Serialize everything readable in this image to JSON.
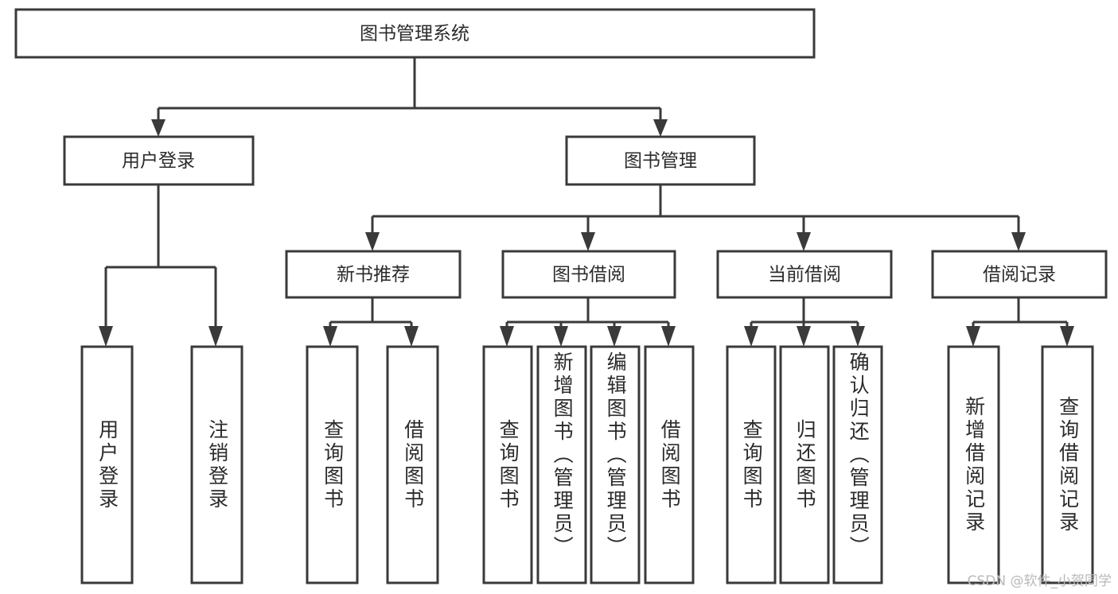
{
  "diagram": {
    "type": "tree-hierarchy-flowchart",
    "title": "图书管理系统",
    "orientation": "top-down",
    "background_color": "#ffffff",
    "box_fill": "#ffffff",
    "box_stroke": "#3a3a3a",
    "text_color": "#2b2b2b",
    "connector_style": "orthogonal-with-arrowheads"
  },
  "root": {
    "label": "图书管理系统"
  },
  "level2": [
    {
      "label": "用户登录"
    },
    {
      "label": "图书管理"
    }
  ],
  "level3": [
    {
      "label": "新书推荐"
    },
    {
      "label": "图书借阅"
    },
    {
      "label": "当前借阅"
    },
    {
      "label": "借阅记录"
    }
  ],
  "leaves": {
    "user_login": [
      {
        "label": "用户登录"
      },
      {
        "label": "注销登录"
      }
    ],
    "new_book_recommend": [
      {
        "label": "查询图书"
      },
      {
        "label": "借阅图书"
      }
    ],
    "book_borrow": [
      {
        "label": "查询图书"
      },
      {
        "label": "新增图书（管理员）"
      },
      {
        "label": "编辑图书（管理员）"
      },
      {
        "label": "借阅图书"
      }
    ],
    "current_borrow": [
      {
        "label": "查询图书"
      },
      {
        "label": "归还图书"
      },
      {
        "label": "确认归还（管理员）"
      }
    ],
    "borrow_record": [
      {
        "label": "新增借阅记录"
      },
      {
        "label": "查询借阅记录"
      }
    ]
  },
  "watermark": {
    "text": "CSDN @软件_小贺同学",
    "color": "#b9b9b9"
  }
}
